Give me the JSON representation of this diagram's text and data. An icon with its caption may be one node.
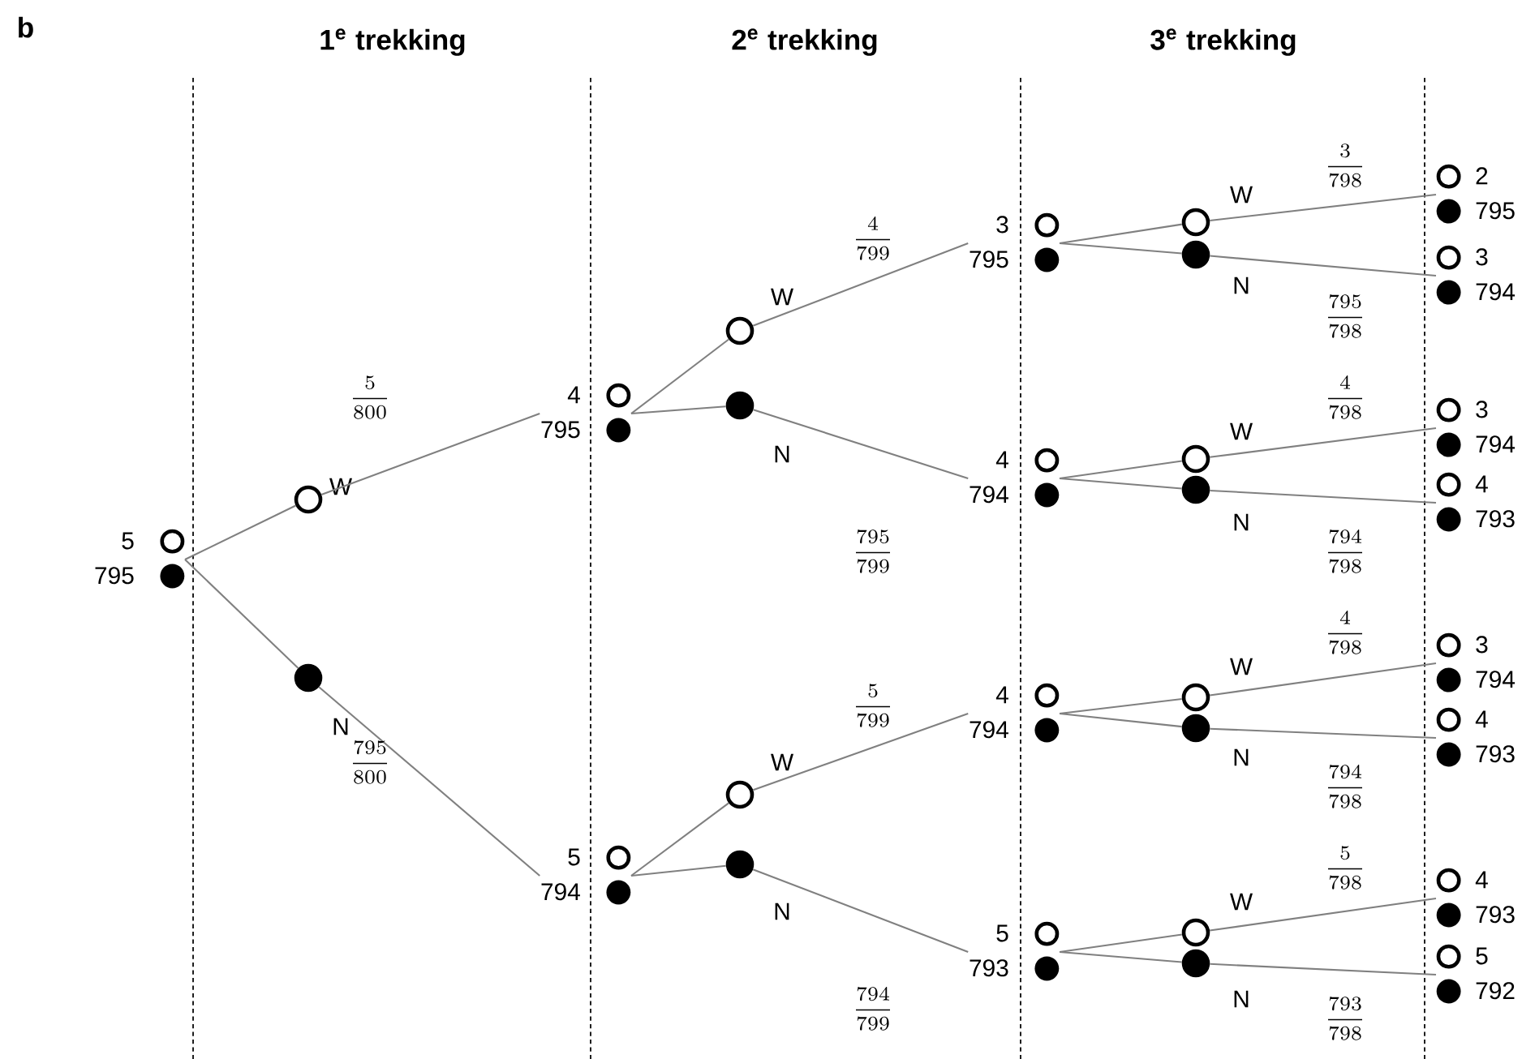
{
  "diagram": {
    "nodes": [
      {
        "text": [
          "5",
          "795"
        ]
      },
      {
        "text": [],
        "shape": "circle",
        "beside": [
          "W"
        ]
      },
      {
        "text": [],
        "shape": "circle",
        "beside": [
          "N"
        ]
      },
      {
        "text": [
          "4",
          "795"
        ]
      },
      {
        "text": [
          "5",
          "794"
        ]
      },
      {
        "text": [],
        "shape": "circle",
        "beside": [
          "W"
        ]
      },
      {
        "text": [],
        "shape": "circle",
        "beside": [
          "N"
        ]
      },
      {
        "text": [],
        "shape": "circle",
        "beside": [
          "W"
        ]
      },
      {
        "text": [],
        "shape": "circle",
        "beside": [
          "N"
        ]
      },
      {
        "text": [
          "3",
          "795"
        ]
      },
      {
        "text": [
          "4",
          "794"
        ]
      },
      {
        "text": [
          "4",
          "794"
        ]
      },
      {
        "text": [
          "5",
          "793"
        ]
      },
      {
        "text": [],
        "shape": "circle",
        "beside": [
          "W"
        ]
      },
      {
        "text": [],
        "shape": "circle",
        "beside": [
          "N"
        ]
      },
      {
        "text": [],
        "shape": "circle",
        "beside": [
          "W"
        ]
      },
      {
        "text": [],
        "shape": "circle",
        "beside": [
          "N"
        ]
      },
      {
        "text": [],
        "shape": "circle",
        "beside": [
          "W"
        ]
      },
      {
        "text": [],
        "shape": "circle",
        "beside": [
          "N"
        ]
      },
      {
        "text": [],
        "shape": "circle",
        "beside": [
          "W"
        ]
      },
      {
        "text": [],
        "shape": "circle",
        "beside": [
          "N"
        ]
      },
      {
        "text": [
          "2",
          "795"
        ]
      },
      {
        "text": [
          "3",
          "794"
        ]
      },
      {
        "text": [
          "3",
          "794"
        ]
      },
      {
        "text": [
          "4",
          "793"
        ]
      },
      {
        "text": [
          "3",
          "794"
        ]
      },
      {
        "text": [
          "4",
          "793"
        ]
      },
      {
        "text": [
          "4",
          "793"
        ]
      },
      {
        "text": [
          "5",
          "792"
        ]
      }
    ],
    "edges": [
      {
        "from": 0,
        "to": 1,
        "arrow": "none"
      },
      {
        "from": 0,
        "to": 2,
        "arrow": "none"
      },
      {
        "from": 1,
        "to": 3,
        "arrow": "none",
        "label": "\\frac{5}{800}"
      },
      {
        "from": 2,
        "to": 4,
        "arrow": "none",
        "label": "\\frac{795}{800}"
      },
      {
        "from": 3,
        "to": 5,
        "arrow": "none"
      },
      {
        "from": 3,
        "to": 6,
        "arrow": "none"
      },
      {
        "from": 5,
        "to": 9,
        "arrow": "none",
        "label": "\\frac{4}{799}"
      },
      {
        "from": 6,
        "to": 10,
        "arrow": "none",
        "label": "\\frac{795}{799}"
      },
      {
        "from": 4,
        "to": 7,
        "arrow": "none"
      },
      {
        "from": 4,
        "to": 8,
        "arrow": "none"
      },
      {
        "from": 7,
        "to": 11,
        "arrow": "none",
        "label": "\\frac{5}{799}"
      },
      {
        "from": 8,
        "to": 12,
        "arrow": "none",
        "label": "\\frac{794}{799}"
      },
      {
        "from": 9,
        "to": 13,
        "arrow": "none"
      },
      {
        "from": 9,
        "to": 14,
        "arrow": "none"
      },
      {
        "from": 13,
        "to": 21,
        "arrow": "none",
        "label": "\\frac{3}{798}"
      },
      {
        "from": 14,
        "to": 22,
        "arrow": "none",
        "label": "\\frac{795}{798}"
      },
      {
        "from": 10,
        "to": 15,
        "arrow": "none"
      },
      {
        "from": 10,
        "to": 16,
        "arrow": "none"
      },
      {
        "from": 15,
        "to": 23,
        "arrow": "none",
        "label": "\\frac{4}{798}"
      },
      {
        "from": 16,
        "to": 24,
        "arrow": "none",
        "label": "\\frac{794}{798}"
      },
      {
        "from": 11,
        "to": 17,
        "arrow": "none"
      },
      {
        "from": 11,
        "to": 18,
        "arrow": "none"
      },
      {
        "from": 17,
        "to": 25,
        "arrow": "none",
        "label": "\\frac{4}{798}"
      },
      {
        "from": 18,
        "to": 26,
        "arrow": "none",
        "label": "\\frac{794}{798}"
      },
      {
        "from": 12,
        "to": 19,
        "arrow": "none"
      },
      {
        "from": 12,
        "to": 20,
        "arrow": "none"
      },
      {
        "from": 19,
        "to": 27,
        "arrow": "none",
        "label": "\\frac{5}{798}"
      },
      {
        "from": 20,
        "to": 28,
        "arrow": "none",
        "label": "\\frac{793}{798}"
      }
    ],
    "labels": [
      "b",
      "1$^{e}$ trekking",
      "2$^{e}$ trekking",
      "3$^{e}$ trekking"
    ]
  }
}
